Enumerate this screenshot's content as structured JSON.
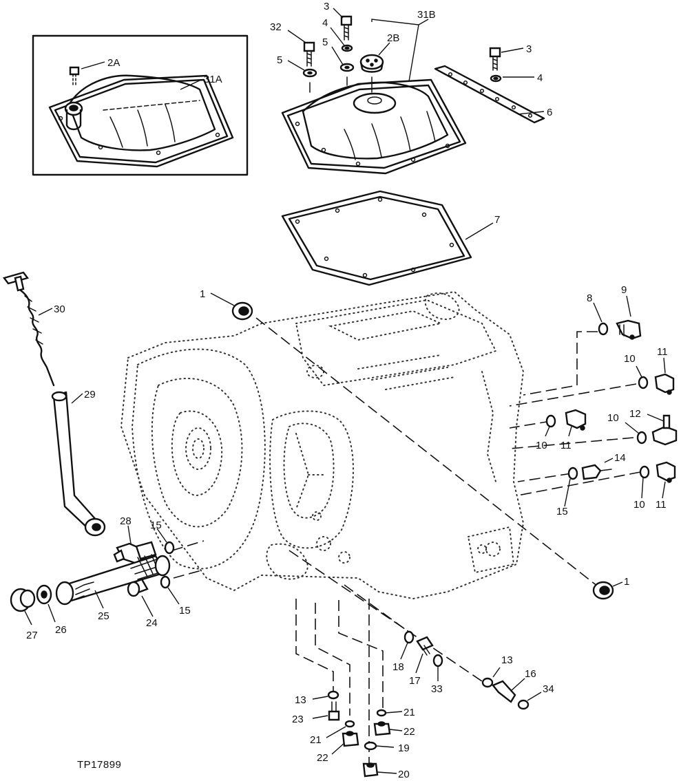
{
  "reference_code": "TP17899",
  "callouts": [
    {
      "id": "c1a",
      "text": "1"
    },
    {
      "id": "c1b",
      "text": "1"
    },
    {
      "id": "c2a",
      "text": "2A"
    },
    {
      "id": "c2b",
      "text": "2B"
    },
    {
      "id": "c3a",
      "text": "3"
    },
    {
      "id": "c3b",
      "text": "3"
    },
    {
      "id": "c4a",
      "text": "4"
    },
    {
      "id": "c4b",
      "text": "4"
    },
    {
      "id": "c5a",
      "text": "5"
    },
    {
      "id": "c5b",
      "text": "5"
    },
    {
      "id": "c6",
      "text": "6"
    },
    {
      "id": "c7",
      "text": "7"
    },
    {
      "id": "c8",
      "text": "8"
    },
    {
      "id": "c9",
      "text": "9"
    },
    {
      "id": "c10a",
      "text": "10"
    },
    {
      "id": "c10b",
      "text": "10"
    },
    {
      "id": "c10c",
      "text": "10"
    },
    {
      "id": "c10d",
      "text": "10"
    },
    {
      "id": "c11a",
      "text": "11"
    },
    {
      "id": "c11b",
      "text": "11"
    },
    {
      "id": "c11c",
      "text": "11"
    },
    {
      "id": "c12",
      "text": "12"
    },
    {
      "id": "c13a",
      "text": "13"
    },
    {
      "id": "c13b",
      "text": "13"
    },
    {
      "id": "c14",
      "text": "14"
    },
    {
      "id": "c15a",
      "text": "15"
    },
    {
      "id": "c15b",
      "text": "15"
    },
    {
      "id": "c15c",
      "text": "15"
    },
    {
      "id": "c16",
      "text": "16"
    },
    {
      "id": "c17",
      "text": "17"
    },
    {
      "id": "c18",
      "text": "18"
    },
    {
      "id": "c19",
      "text": "19"
    },
    {
      "id": "c20",
      "text": "20"
    },
    {
      "id": "c21a",
      "text": "21"
    },
    {
      "id": "c21b",
      "text": "21"
    },
    {
      "id": "c22a",
      "text": "22"
    },
    {
      "id": "c22b",
      "text": "22"
    },
    {
      "id": "c23",
      "text": "23"
    },
    {
      "id": "c24",
      "text": "24"
    },
    {
      "id": "c25",
      "text": "25"
    },
    {
      "id": "c26",
      "text": "26"
    },
    {
      "id": "c27",
      "text": "27"
    },
    {
      "id": "c28",
      "text": "28"
    },
    {
      "id": "c29",
      "text": "29"
    },
    {
      "id": "c30",
      "text": "30"
    },
    {
      "id": "c31a",
      "text": "31A"
    },
    {
      "id": "c31b",
      "text": "31B"
    },
    {
      "id": "c32",
      "text": "32"
    },
    {
      "id": "c33",
      "text": "33"
    },
    {
      "id": "c34",
      "text": "34"
    }
  ]
}
